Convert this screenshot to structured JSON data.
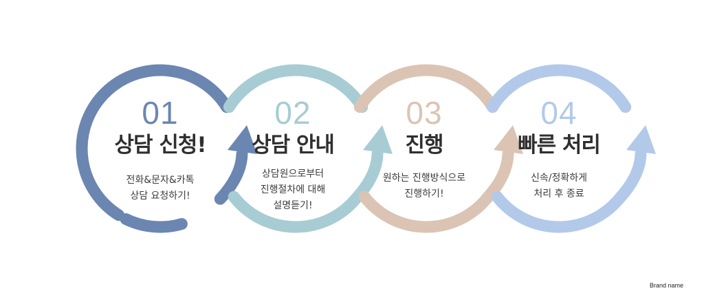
{
  "steps": [
    {
      "number": "01",
      "title": "상담 신청!",
      "desc": [
        "전화&문자&카톡",
        "상담 요청하기!"
      ],
      "color": "#6b86b0"
    },
    {
      "number": "02",
      "title": "상담 안내",
      "desc": [
        "상담원으로부터",
        "진행절차에 대해",
        "설명듣기!"
      ],
      "color": "#a7ccd4"
    },
    {
      "number": "03",
      "title": "진행",
      "desc": [
        "원하는 진행방식으로",
        "진행하기!"
      ],
      "color": "#dbc4b4"
    },
    {
      "number": "04",
      "title": "빠른 처리",
      "desc": [
        "신속/정확하게",
        "처리 후 종료"
      ],
      "color": "#b3c9e9"
    }
  ],
  "brand": "Brand name"
}
